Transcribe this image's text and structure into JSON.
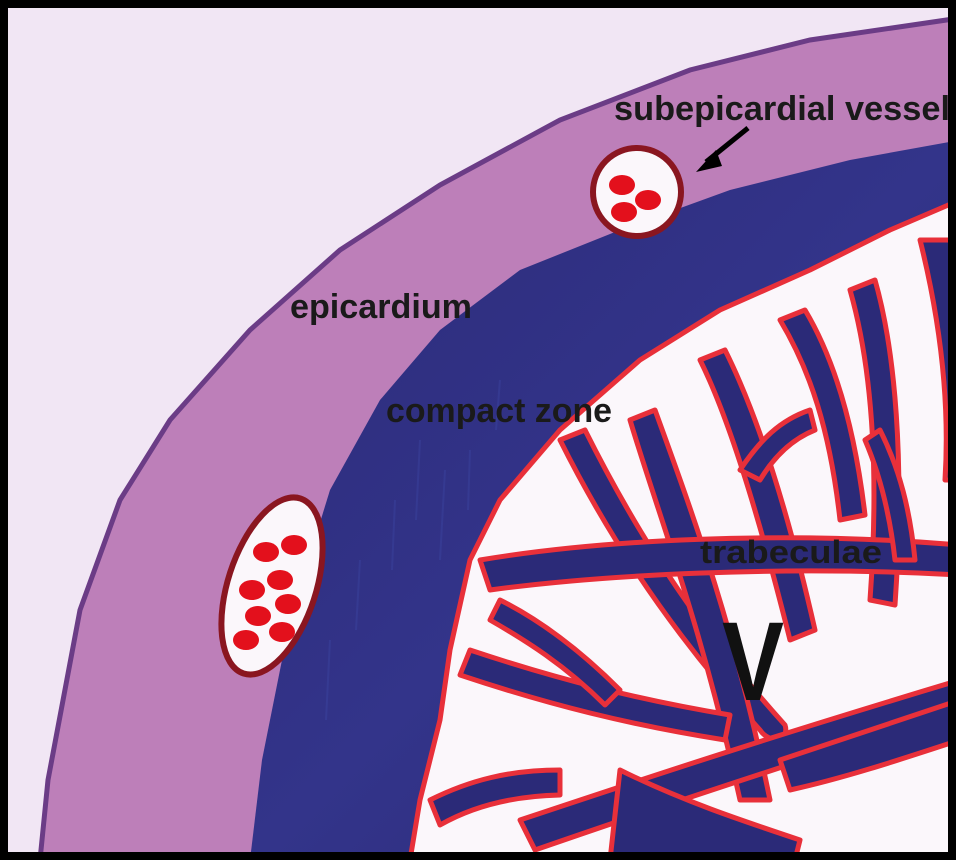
{
  "labels": {
    "subepicardial_vessel": "subepicardial vessel",
    "epicardium": "epicardium",
    "compact_zone": "compact zone",
    "trabeculae": "trabeculae",
    "ventricle": "V"
  },
  "colors": {
    "background": "#f1e6f4",
    "epicardium_fill": "#bd7fb9",
    "epicardium_edge": "#6b3c86",
    "myocardium": "#2b2a78",
    "myocardium_highlight": "#3a3f98",
    "trabecula_edge": "#e8303a",
    "lumen": "#fbf7fb",
    "vessel_wall": "#8a1620",
    "red_cell": "#e3101c",
    "frame": "#000000"
  }
}
